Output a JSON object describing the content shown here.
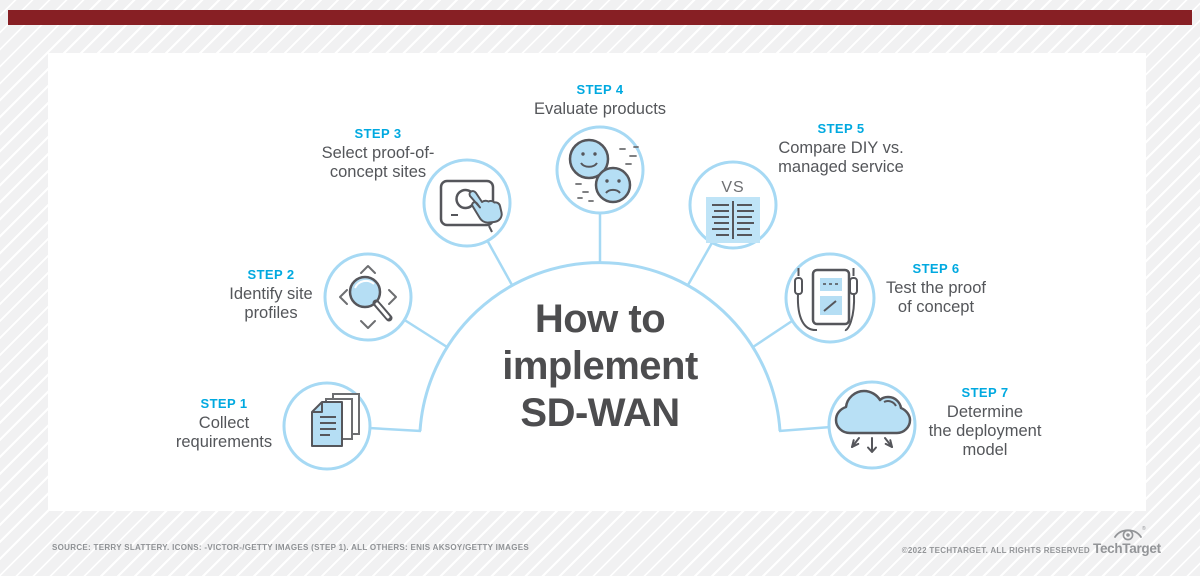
{
  "title_lines": [
    "How to",
    "implement",
    "SD-WAN"
  ],
  "steps": [
    {
      "label": "STEP 1",
      "lines": [
        "Collect",
        "requirements"
      ],
      "icon": "documents-icon"
    },
    {
      "label": "STEP 2",
      "lines": [
        "Identify site",
        "profiles"
      ],
      "icon": "magnifier-pan-icon"
    },
    {
      "label": "STEP 3",
      "lines": [
        "Select proof-of-",
        "concept sites"
      ],
      "icon": "tap-select-icon"
    },
    {
      "label": "STEP 4",
      "lines": [
        "Evaluate products"
      ],
      "icon": "happy-sad-faces-icon"
    },
    {
      "label": "STEP 5",
      "lines": [
        "Compare DIY vs.",
        "managed service"
      ],
      "icon": "vs-comparison-icon",
      "icon_text": "VS"
    },
    {
      "label": "STEP 6",
      "lines": [
        "Test the proof",
        "of concept"
      ],
      "icon": "multimeter-icon"
    },
    {
      "label": "STEP 7",
      "lines": [
        "Determine",
        "the deployment",
        "model"
      ],
      "icon": "cloud-deploy-icon"
    }
  ],
  "footer": {
    "source": "SOURCE: TERRY SLATTERY. ICONS: -VICTOR-/GETTY IMAGES (STEP 1). ALL OTHERS: ENIS AKSOY/GETTY IMAGES",
    "copyright": "©2022 TECHTARGET. ALL RIGHTS RESERVED",
    "brand": "TechTarget"
  },
  "colors": {
    "accent_blue": "#00a9e0",
    "line_blue": "#a6d9f4",
    "icon_fill": "#b5def4",
    "icon_stroke": "#55565b",
    "text_dark": "#54565a",
    "title_gray": "#4d4d4f",
    "topbar_red": "#871f24",
    "footer_gray": "#8f9295"
  }
}
